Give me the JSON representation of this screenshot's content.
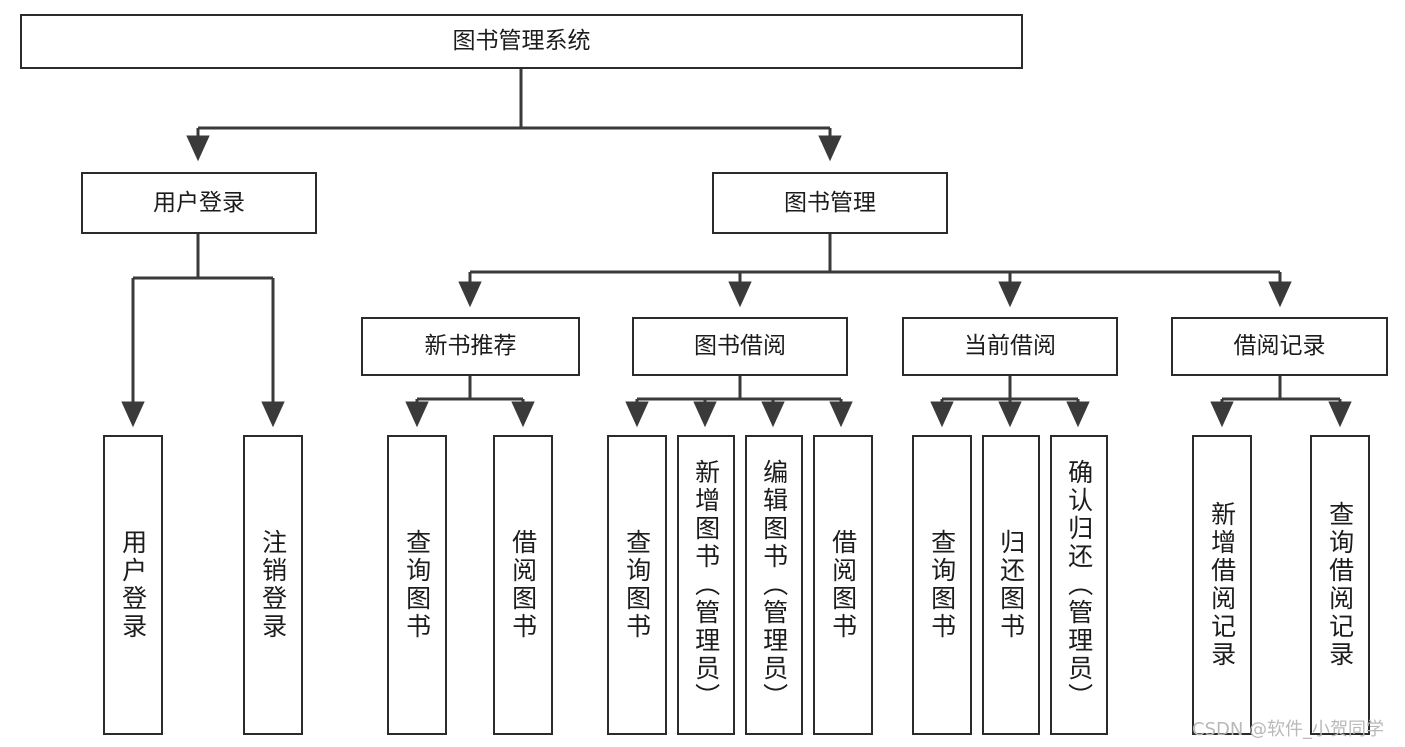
{
  "diagram": {
    "title": "图书管理系统",
    "type": "hierarchy-tree",
    "colors": {
      "box_border": "#2b2b2b",
      "box_fill": "#ffffff",
      "edge": "#3a3a3a",
      "text": "#1c1c1c",
      "watermark": "#b9b9b9"
    },
    "levels": {
      "root": {
        "label": "图书管理系统"
      },
      "level2": [
        {
          "label": "用户登录"
        },
        {
          "label": "图书管理"
        }
      ],
      "level3": [
        {
          "label": "新书推荐"
        },
        {
          "label": "图书借阅"
        },
        {
          "label": "当前借阅"
        },
        {
          "label": "借阅记录"
        }
      ],
      "leaves": [
        {
          "label": "用户登录",
          "parent": "用户登录"
        },
        {
          "label": "注销登录",
          "parent": "用户登录"
        },
        {
          "label": "查询图书",
          "parent": "新书推荐"
        },
        {
          "label": "借阅图书",
          "parent": "新书推荐"
        },
        {
          "label": "查询图书",
          "parent": "图书借阅"
        },
        {
          "label": "新增图书（管理员）",
          "parent": "图书借阅"
        },
        {
          "label": "编辑图书（管理员）",
          "parent": "图书借阅"
        },
        {
          "label": "借阅图书",
          "parent": "图书借阅"
        },
        {
          "label": "查询图书",
          "parent": "当前借阅"
        },
        {
          "label": "归还图书",
          "parent": "当前借阅"
        },
        {
          "label": "确认归还（管理员）",
          "parent": "当前借阅"
        },
        {
          "label": "新增借阅记录",
          "parent": "借阅记录"
        },
        {
          "label": "查询借阅记录",
          "parent": "借阅记录"
        }
      ]
    },
    "watermark": "CSDN @软件_小贺同学"
  }
}
